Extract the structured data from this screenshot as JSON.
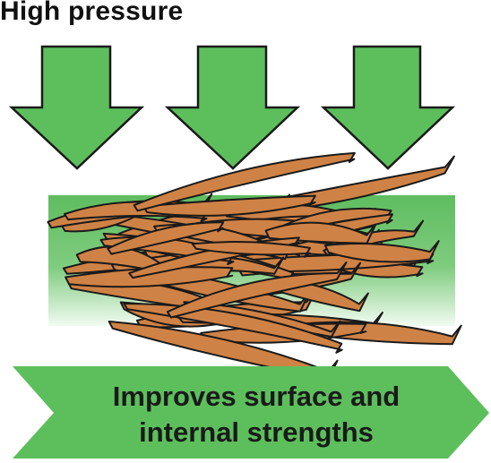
{
  "title": "High pressure",
  "banner": {
    "line1": "Improves surface and",
    "line2": "internal strengths"
  },
  "colors": {
    "arrow_fill": "#5cbf5c",
    "arrow_stroke": "#1a1a1a",
    "board_fill": "#6dc46d",
    "fiber_fill": "#cf8245",
    "fiber_stroke": "#1a1a1a",
    "banner_fill": "#5cbf5c"
  },
  "icons": [
    "down-arrow-icon",
    "fiber-mat",
    "right-chevron-banner"
  ]
}
